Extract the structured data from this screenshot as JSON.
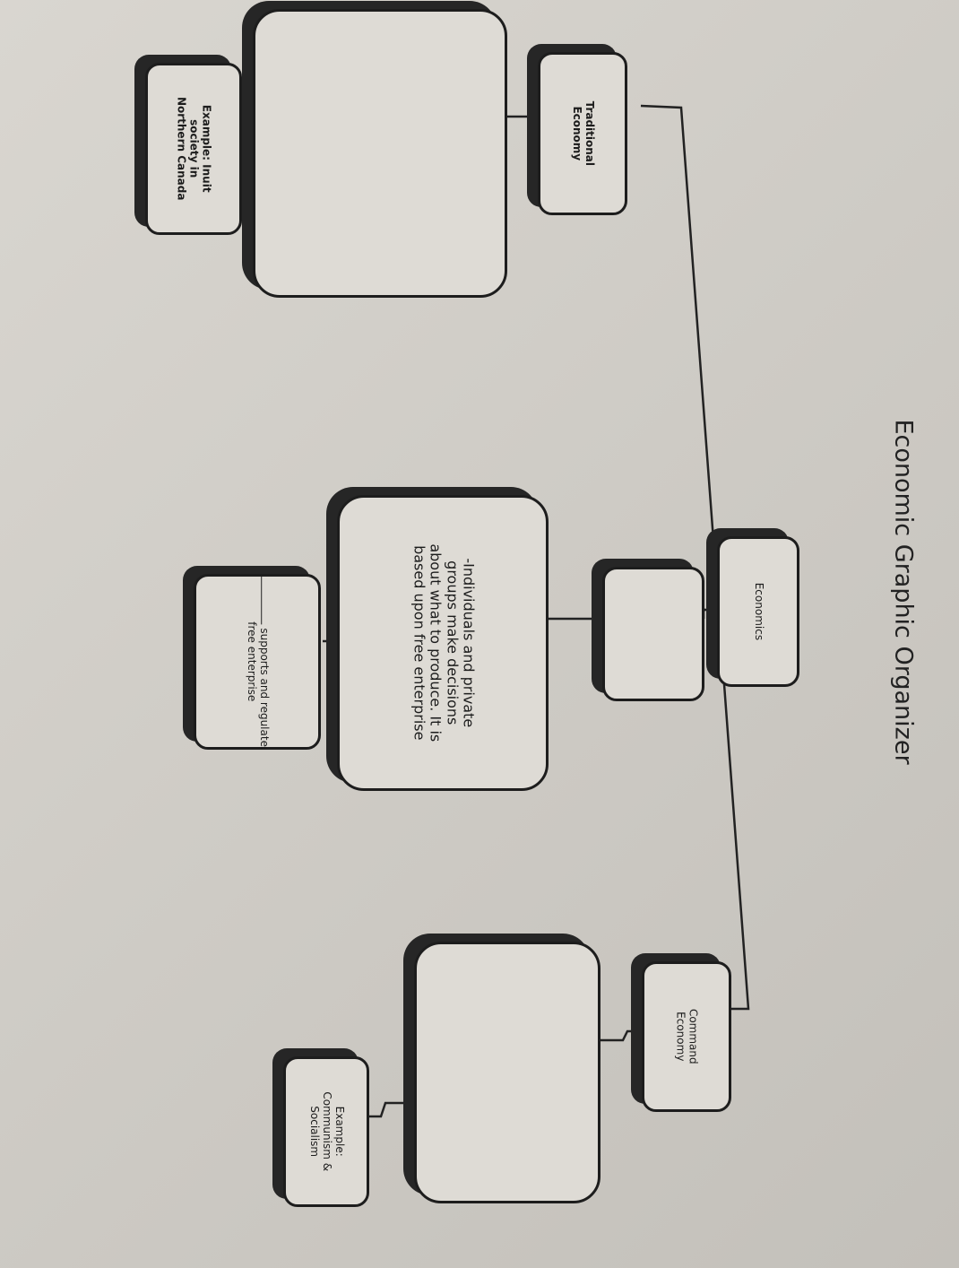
{
  "title": "Economic Graphic Organizer",
  "nodes": {
    "economics": "Economics",
    "market_label": "",
    "market_description": [
      "-Individuals and private",
      "groups make decisions",
      "about what to produce.  It is",
      "based upon free enterprise"
    ],
    "market_role": [
      "supports and regulates",
      "free enterprise"
    ],
    "traditional_label": [
      "Traditional",
      "Economy"
    ],
    "traditional_description": "",
    "traditional_example": [
      "Example:  Inuit",
      "society in",
      "Northern Canada"
    ],
    "command_label": [
      "Command",
      "Economy"
    ],
    "command_description": "",
    "command_example": [
      "Example:",
      "Communism &",
      "Socialism"
    ]
  }
}
